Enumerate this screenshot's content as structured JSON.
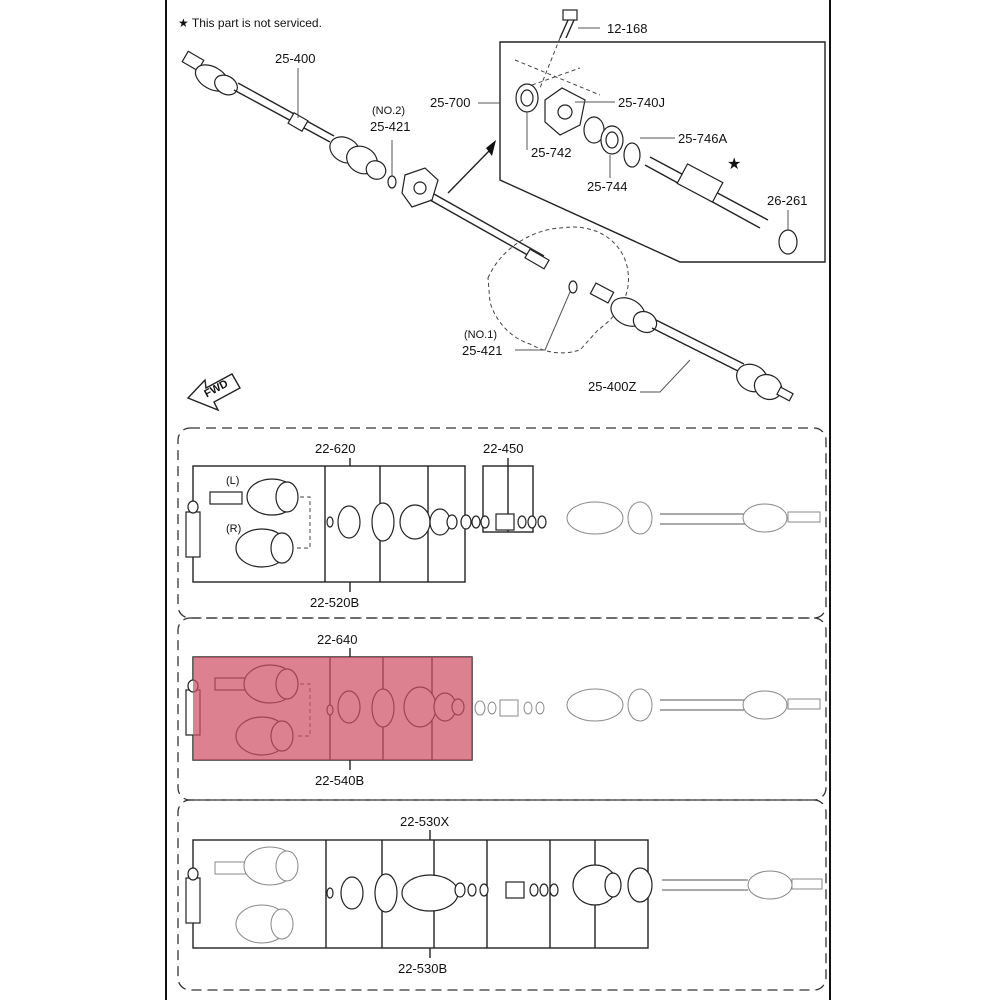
{
  "note": {
    "star": "★",
    "text": "This part is not serviced."
  },
  "top_labels": {
    "p12_168": "12-168",
    "p25_400": "25-400",
    "no2": "(NO.2)",
    "p25_421a": "25-421",
    "p25_700": "25-700",
    "p25_740j": "25-740J",
    "p25_742": "25-742",
    "p25_746a": "25-746A",
    "star": "★",
    "p25_744": "25-744",
    "p26_261": "26-261",
    "no1": "(NO.1)",
    "p25_421b": "25-421",
    "p25_400z": "25-400Z",
    "fwd": "FWD"
  },
  "panel1": {
    "top_a": "22-620",
    "top_b": "22-450",
    "bottom": "22-520B",
    "left": "(L)",
    "right": "(R)"
  },
  "panel2": {
    "top": "22-640",
    "bottom": "22-540B"
  },
  "panel3": {
    "top": "22-530X",
    "bottom": "22-530B"
  },
  "highlight_color": "#cd5064"
}
